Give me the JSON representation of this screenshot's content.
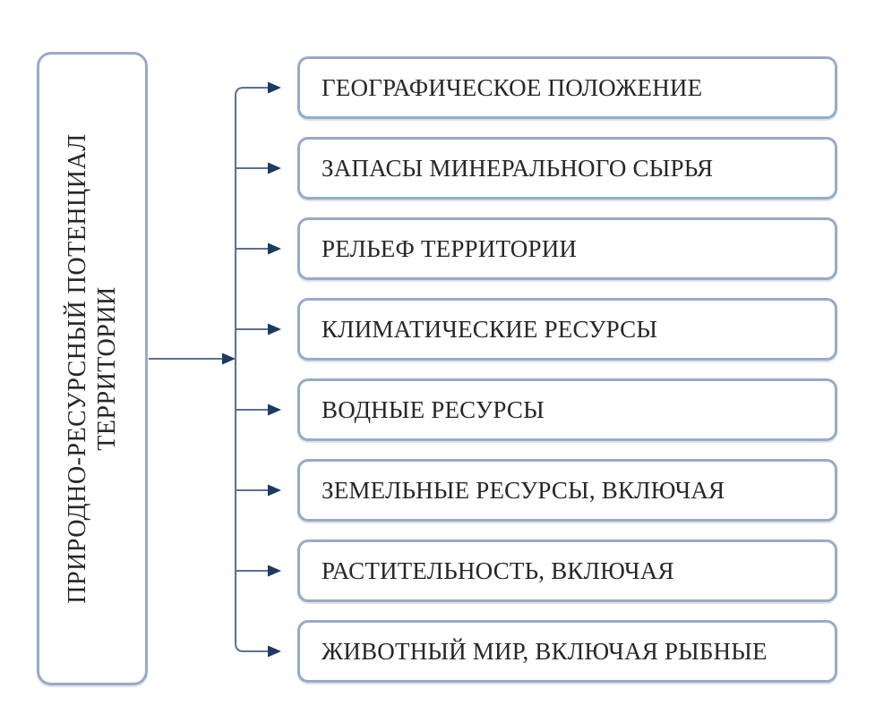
{
  "diagram": {
    "root": {
      "label": "ПРИРОДНО-РЕСУРСНЫЙ ПОТЕНЦИАЛ ТЕРРИТОРИИ",
      "line1": "ПРИРОДНО-РЕСУРСНЫЙ ПОТЕНЦИАЛ",
      "line2": "ТЕРРИТОРИИ"
    },
    "branches": [
      {
        "label": "ГЕОГРАФИЧЕСКОЕ ПОЛОЖЕНИЕ"
      },
      {
        "label": "ЗАПАСЫ МИНЕРАЛЬНОГО СЫРЬЯ"
      },
      {
        "label": "РЕЛЬЕФ ТЕРРИТОРИИ"
      },
      {
        "label": "КЛИМАТИЧЕСКИЕ РЕСУРСЫ"
      },
      {
        "label": "ВОДНЫЕ РЕСУРСЫ"
      },
      {
        "label": "ЗЕМЕЛЬНЫЕ РЕСУРСЫ, ВКЛЮЧАЯ"
      },
      {
        "label": "РАСТИТЕЛЬНОСТЬ, ВКЛЮЧАЯ"
      },
      {
        "label": "ЖИВОТНЫЙ МИР, ВКЛЮЧАЯ РЫБНЫЕ"
      }
    ],
    "colors": {
      "connector_line": "#5d7190",
      "arrowhead": "#1c3a63",
      "box_border": "#97abc6",
      "text": "#262626",
      "background": "#ffffff"
    }
  }
}
